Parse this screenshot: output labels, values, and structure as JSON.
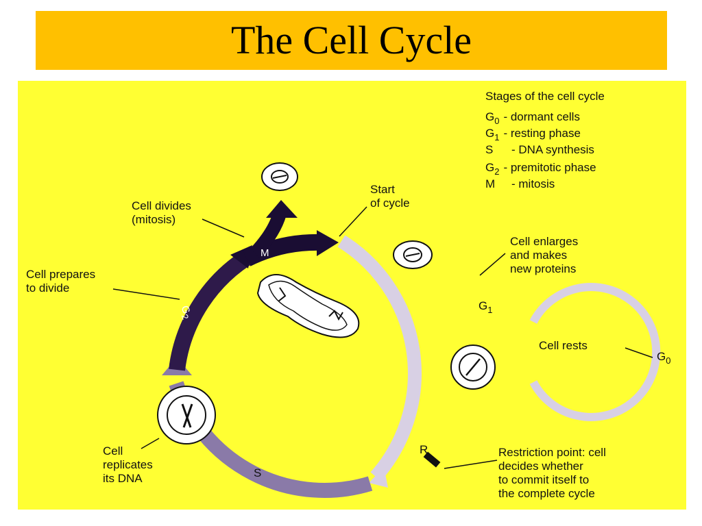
{
  "title": "The Cell Cycle",
  "colors": {
    "title_bar": "#ffc000",
    "background": "#ffff33",
    "g1_arc": "#d8d0e4",
    "s_arc": "#8a7aa8",
    "g2_arc": "#2e1a4a",
    "m_arc": "#1a0d33"
  },
  "legend": {
    "heading": "Stages of the cell cycle",
    "items": [
      {
        "symbol": "G",
        "sub": "0",
        "desc": "- dormant cells"
      },
      {
        "symbol": "G",
        "sub": "1",
        "desc": "- resting phase"
      },
      {
        "symbol": "S",
        "sub": "",
        "desc": "- DNA synthesis"
      },
      {
        "symbol": "G",
        "sub": "2",
        "desc": "- premitotic phase"
      },
      {
        "symbol": "M",
        "sub": "",
        "desc": "- mitosis"
      }
    ]
  },
  "labels": {
    "start_line1": "Start",
    "start_line2": "of cycle",
    "divides_line1": "Cell divides",
    "divides_line2": "(mitosis)",
    "prepares_line1": "Cell prepares",
    "prepares_line2": "to divide",
    "enlarges_line1": "Cell enlarges",
    "enlarges_line2": "and makes",
    "enlarges_line3": "new proteins",
    "rests": "Cell rests",
    "replicates_line1": "Cell",
    "replicates_line2": "replicates",
    "replicates_line3": "its DNA",
    "restriction_line1": "Restriction point: cell",
    "restriction_line2": "decides whether",
    "restriction_line3": "to commit itself to",
    "restriction_line4": "the complete cycle"
  },
  "phases": {
    "m": "M",
    "g2_symbol": "G",
    "g2_sub": "2",
    "g1_symbol": "G",
    "g1_sub": "1",
    "s": "S",
    "g0_symbol": "G",
    "g0_sub": "0",
    "r": "R"
  }
}
